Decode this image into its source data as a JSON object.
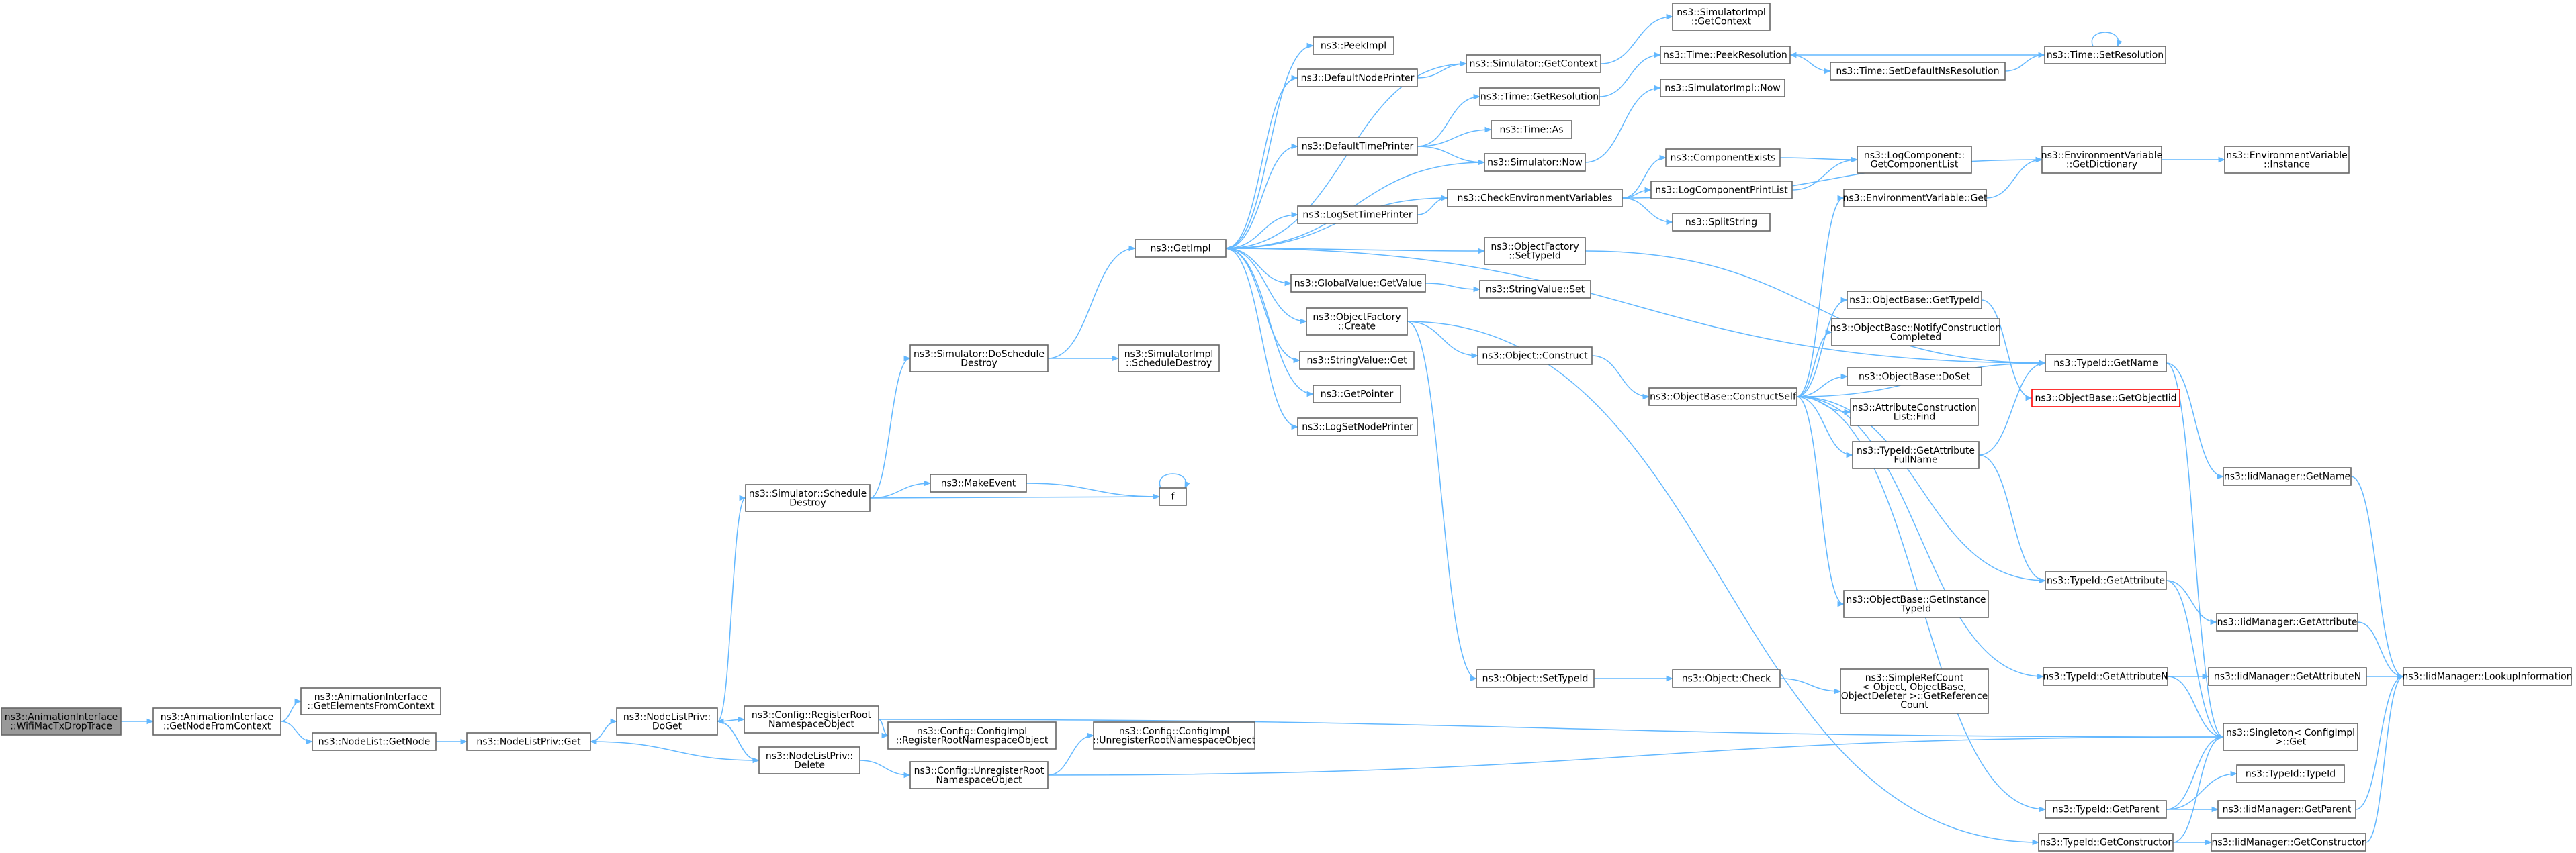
{
  "diagram": {
    "title": "",
    "colors": {
      "edge": "#63b8ff",
      "node_border": "#666666",
      "root_fill": "#999999",
      "highlight_border": "#ff0000"
    },
    "nodes": [
      {
        "id": "root",
        "lines": [
          "ns3::AnimationInterface",
          "::WifiMacTxDropTrace"
        ],
        "kind": "root"
      },
      {
        "id": "getnodefromctx",
        "lines": [
          "ns3::AnimationInterface",
          "::GetNodeFromContext"
        ]
      },
      {
        "id": "getelements",
        "lines": [
          "ns3::AnimationInterface",
          "::GetElementsFromContext"
        ]
      },
      {
        "id": "nodelist_getnode",
        "lines": [
          "ns3::NodeList::GetNode"
        ]
      },
      {
        "id": "nlp_get",
        "lines": [
          "ns3::NodeListPriv::Get"
        ]
      },
      {
        "id": "nlp_doget",
        "lines": [
          "ns3::NodeListPriv::",
          "DoGet"
        ]
      },
      {
        "id": "nlp_delete",
        "lines": [
          "ns3::NodeListPriv::",
          "Delete"
        ]
      },
      {
        "id": "cfg_register",
        "lines": [
          "ns3::Config::RegisterRoot",
          "NamespaceObject"
        ]
      },
      {
        "id": "cfg_unregister",
        "lines": [
          "ns3::Config::UnregisterRoot",
          "NamespaceObject"
        ]
      },
      {
        "id": "cfgimpl_register",
        "lines": [
          "ns3::Config::ConfigImpl",
          "::RegisterRootNamespaceObject"
        ]
      },
      {
        "id": "cfgimpl_unregister",
        "lines": [
          "ns3::Config::ConfigImpl",
          "::UnregisterRootNamespaceObject"
        ]
      },
      {
        "id": "sim_schedule_destroy",
        "lines": [
          "ns3::Simulator::Schedule",
          "Destroy"
        ]
      },
      {
        "id": "sim_doschedule_destroy",
        "lines": [
          "ns3::Simulator::DoSchedule",
          "Destroy"
        ]
      },
      {
        "id": "simimpl_schedule_destroy",
        "lines": [
          "ns3::SimulatorImpl",
          "::ScheduleDestroy"
        ]
      },
      {
        "id": "makeevent",
        "lines": [
          "ns3::MakeEvent"
        ]
      },
      {
        "id": "f",
        "lines": [
          "f"
        ]
      },
      {
        "id": "getimpl",
        "lines": [
          "ns3::GetImpl"
        ]
      },
      {
        "id": "peekimpl",
        "lines": [
          "ns3::PeekImpl"
        ]
      },
      {
        "id": "defaultnodeprinter",
        "lines": [
          "ns3::DefaultNodePrinter"
        ]
      },
      {
        "id": "defaulttimeprinter",
        "lines": [
          "ns3::DefaultTimePrinter"
        ]
      },
      {
        "id": "logsettimeprinter",
        "lines": [
          "ns3::LogSetTimePrinter"
        ]
      },
      {
        "id": "gv_getvalue",
        "lines": [
          "ns3::GlobalValue::GetValue"
        ]
      },
      {
        "id": "of_create",
        "lines": [
          "ns3::ObjectFactory",
          "::Create"
        ]
      },
      {
        "id": "sv_get",
        "lines": [
          "ns3::StringValue::Get"
        ]
      },
      {
        "id": "getpointer",
        "lines": [
          "ns3::GetPointer"
        ]
      },
      {
        "id": "logsetnodeprinter",
        "lines": [
          "ns3::LogSetNodePrinter"
        ]
      },
      {
        "id": "sim_getcontext",
        "lines": [
          "ns3::Simulator::GetContext"
        ]
      },
      {
        "id": "simimpl_getcontext",
        "lines": [
          "ns3::SimulatorImpl",
          "::GetContext"
        ]
      },
      {
        "id": "time_getresolution",
        "lines": [
          "ns3::Time::GetResolution"
        ]
      },
      {
        "id": "time_as",
        "lines": [
          "ns3::Time::As"
        ]
      },
      {
        "id": "sim_now",
        "lines": [
          "ns3::Simulator::Now"
        ]
      },
      {
        "id": "simimpl_now",
        "lines": [
          "ns3::SimulatorImpl::Now"
        ]
      },
      {
        "id": "time_peekresolution",
        "lines": [
          "ns3::Time::PeekResolution"
        ]
      },
      {
        "id": "time_setdefaultnsres",
        "lines": [
          "ns3::Time::SetDefaultNsResolution"
        ]
      },
      {
        "id": "time_setresolution",
        "lines": [
          "ns3::Time::SetResolution"
        ]
      },
      {
        "id": "checkenvvars",
        "lines": [
          "ns3::CheckEnvironmentVariables"
        ]
      },
      {
        "id": "componentexists",
        "lines": [
          "ns3::ComponentExists"
        ]
      },
      {
        "id": "logcomponentprintlist",
        "lines": [
          "ns3::LogComponentPrintList"
        ]
      },
      {
        "id": "splitstring",
        "lines": [
          "ns3::SplitString"
        ]
      },
      {
        "id": "logcomp_getlist",
        "lines": [
          "ns3::LogComponent::",
          "GetComponentList"
        ]
      },
      {
        "id": "envvar_getdict",
        "lines": [
          "ns3::EnvironmentVariable",
          "::GetDictionary"
        ]
      },
      {
        "id": "envvar_instance",
        "lines": [
          "ns3::EnvironmentVariable",
          "::Instance"
        ]
      },
      {
        "id": "envvar_get",
        "lines": [
          "ns3::EnvironmentVariable::Get"
        ]
      },
      {
        "id": "of_settypeid",
        "lines": [
          "ns3::ObjectFactory",
          "::SetTypeId"
        ]
      },
      {
        "id": "sv_set",
        "lines": [
          "ns3::StringValue::Set"
        ]
      },
      {
        "id": "object_construct",
        "lines": [
          "ns3::Object::Construct"
        ]
      },
      {
        "id": "object_settypeid",
        "lines": [
          "ns3::Object::SetTypeId"
        ]
      },
      {
        "id": "object_check",
        "lines": [
          "ns3::Object::Check"
        ]
      },
      {
        "id": "simplerefcount",
        "lines": [
          "ns3::SimpleRefCount",
          "< Object, ObjectBase,",
          "ObjectDeleter >::GetReference",
          "Count"
        ]
      },
      {
        "id": "ob_constructself",
        "lines": [
          "ns3::ObjectBase::ConstructSelf"
        ]
      },
      {
        "id": "ob_gettypeid",
        "lines": [
          "ns3::ObjectBase::GetTypeId"
        ]
      },
      {
        "id": "ob_notifyconstruction",
        "lines": [
          "ns3::ObjectBase::NotifyConstruction",
          "Completed"
        ]
      },
      {
        "id": "ob_doset",
        "lines": [
          "ns3::ObjectBase::DoSet"
        ]
      },
      {
        "id": "attrconstruction_find",
        "lines": [
          "ns3::AttributeConstruction",
          "List::Find"
        ]
      },
      {
        "id": "typeid_getattrfullname",
        "lines": [
          "ns3::TypeId::GetAttribute",
          "FullName"
        ]
      },
      {
        "id": "ob_getinstancetypeid",
        "lines": [
          "ns3::ObjectBase::GetInstance",
          "TypeId"
        ]
      },
      {
        "id": "typeid_getname",
        "lines": [
          "ns3::TypeId::GetName"
        ]
      },
      {
        "id": "ob_getobjectiid",
        "lines": [
          "ns3::ObjectBase::GetObjectIid"
        ],
        "kind": "highlight"
      },
      {
        "id": "iidmgr_getname",
        "lines": [
          "ns3::IidManager::GetName"
        ]
      },
      {
        "id": "typeid_getattribute",
        "lines": [
          "ns3::TypeId::GetAttribute"
        ]
      },
      {
        "id": "iidmgr_getattribute",
        "lines": [
          "ns3::IidManager::GetAttribute"
        ]
      },
      {
        "id": "typeid_getattributen",
        "lines": [
          "ns3::TypeId::GetAttributeN"
        ]
      },
      {
        "id": "iidmgr_getattributen",
        "lines": [
          "ns3::IidManager::GetAttributeN"
        ]
      },
      {
        "id": "iidmgr_lookupinfo",
        "lines": [
          "ns3::IidManager::LookupInformation"
        ]
      },
      {
        "id": "singleton_get",
        "lines": [
          "ns3::Singleton< ConfigImpl",
          " >::Get"
        ]
      },
      {
        "id": "typeid_typeid",
        "lines": [
          "ns3::TypeId::TypeId"
        ]
      },
      {
        "id": "typeid_getparent",
        "lines": [
          "ns3::TypeId::GetParent"
        ]
      },
      {
        "id": "iidmgr_getparent",
        "lines": [
          "ns3::IidManager::GetParent"
        ]
      },
      {
        "id": "typeid_getconstructor",
        "lines": [
          "ns3::TypeId::GetConstructor"
        ]
      },
      {
        "id": "iidmgr_getconstructor",
        "lines": [
          "ns3::IidManager::GetConstructor"
        ]
      }
    ],
    "edges": [
      [
        "root",
        "getnodefromctx"
      ],
      [
        "getnodefromctx",
        "getelements"
      ],
      [
        "getnodefromctx",
        "nodelist_getnode"
      ],
      [
        "nodelist_getnode",
        "nlp_get"
      ],
      [
        "nlp_get",
        "nlp_doget"
      ],
      [
        "nlp_doget",
        "nlp_delete"
      ],
      [
        "nlp_delete",
        "nlp_doget"
      ],
      [
        "nlp_delete",
        "nlp_get"
      ],
      [
        "nlp_doget",
        "cfg_register"
      ],
      [
        "nlp_doget",
        "sim_schedule_destroy"
      ],
      [
        "nlp_delete",
        "cfg_unregister"
      ],
      [
        "cfg_register",
        "cfgimpl_register"
      ],
      [
        "cfg_register",
        "singleton_get"
      ],
      [
        "cfg_unregister",
        "cfgimpl_unregister"
      ],
      [
        "cfg_unregister",
        "singleton_get"
      ],
      [
        "sim_schedule_destroy",
        "sim_doschedule_destroy"
      ],
      [
        "sim_schedule_destroy",
        "makeevent"
      ],
      [
        "sim_schedule_destroy",
        "f"
      ],
      [
        "makeevent",
        "f"
      ],
      [
        "f",
        "f"
      ],
      [
        "sim_doschedule_destroy",
        "getimpl"
      ],
      [
        "sim_doschedule_destroy",
        "simimpl_schedule_destroy"
      ],
      [
        "getimpl",
        "peekimpl"
      ],
      [
        "getimpl",
        "defaultnodeprinter"
      ],
      [
        "getimpl",
        "defaulttimeprinter"
      ],
      [
        "getimpl",
        "logsettimeprinter"
      ],
      [
        "getimpl",
        "gv_getvalue"
      ],
      [
        "getimpl",
        "of_create"
      ],
      [
        "getimpl",
        "sv_get"
      ],
      [
        "getimpl",
        "getpointer"
      ],
      [
        "getimpl",
        "logsetnodeprinter"
      ],
      [
        "getimpl",
        "checkenvvars"
      ],
      [
        "getimpl",
        "of_settypeid"
      ],
      [
        "getimpl",
        "typeid_getname"
      ],
      [
        "defaultnodeprinter",
        "sim_getcontext"
      ],
      [
        "sim_getcontext",
        "getimpl"
      ],
      [
        "sim_getcontext",
        "simimpl_getcontext"
      ],
      [
        "defaulttimeprinter",
        "time_getresolution"
      ],
      [
        "defaulttimeprinter",
        "time_as"
      ],
      [
        "defaulttimeprinter",
        "sim_now"
      ],
      [
        "time_getresolution",
        "time_peekresolution"
      ],
      [
        "sim_now",
        "getimpl"
      ],
      [
        "sim_now",
        "simimpl_now"
      ],
      [
        "time_peekresolution",
        "time_setdefaultnsres"
      ],
      [
        "time_setdefaultnsres",
        "time_setresolution"
      ],
      [
        "time_setresolution",
        "time_setresolution"
      ],
      [
        "time_setresolution",
        "time_peekresolution"
      ],
      [
        "logsettimeprinter",
        "checkenvvars"
      ],
      [
        "checkenvvars",
        "componentexists"
      ],
      [
        "checkenvvars",
        "logcomponentprintlist"
      ],
      [
        "checkenvvars",
        "splitstring"
      ],
      [
        "checkenvvars",
        "envvar_getdict"
      ],
      [
        "componentexists",
        "logcomp_getlist"
      ],
      [
        "logcomponentprintlist",
        "logcomp_getlist"
      ],
      [
        "envvar_getdict",
        "envvar_instance"
      ],
      [
        "gv_getvalue",
        "sv_set"
      ],
      [
        "of_create",
        "object_construct"
      ],
      [
        "of_create",
        "object_settypeid"
      ],
      [
        "of_create",
        "typeid_getconstructor"
      ],
      [
        "object_construct",
        "ob_constructself"
      ],
      [
        "object_settypeid",
        "object_check"
      ],
      [
        "object_check",
        "simplerefcount"
      ],
      [
        "ob_constructself",
        "envvar_get"
      ],
      [
        "ob_constructself",
        "ob_gettypeid"
      ],
      [
        "ob_constructself",
        "ob_notifyconstruction"
      ],
      [
        "ob_constructself",
        "ob_doset"
      ],
      [
        "ob_constructself",
        "attrconstruction_find"
      ],
      [
        "ob_constructself",
        "typeid_getattrfullname"
      ],
      [
        "ob_constructself",
        "ob_getinstancetypeid"
      ],
      [
        "ob_constructself",
        "typeid_getname"
      ],
      [
        "ob_constructself",
        "typeid_getattribute"
      ],
      [
        "ob_constructself",
        "typeid_getattributen"
      ],
      [
        "ob_constructself",
        "typeid_getparent"
      ],
      [
        "envvar_get",
        "envvar_getdict"
      ],
      [
        "ob_gettypeid",
        "ob_getobjectiid"
      ],
      [
        "typeid_getattrfullname",
        "typeid_getname"
      ],
      [
        "typeid_getattrfullname",
        "typeid_getattribute"
      ],
      [
        "of_settypeid",
        "typeid_getname"
      ],
      [
        "typeid_getname",
        "iidmgr_getname"
      ],
      [
        "typeid_getname",
        "singleton_get"
      ],
      [
        "iidmgr_getname",
        "iidmgr_lookupinfo"
      ],
      [
        "typeid_getattribute",
        "iidmgr_getattribute"
      ],
      [
        "typeid_getattribute",
        "singleton_get"
      ],
      [
        "iidmgr_getattribute",
        "iidmgr_lookupinfo"
      ],
      [
        "typeid_getattributen",
        "iidmgr_getattributen"
      ],
      [
        "typeid_getattributen",
        "singleton_get"
      ],
      [
        "iidmgr_getattributen",
        "iidmgr_lookupinfo"
      ],
      [
        "typeid_getparent",
        "iidmgr_getparent"
      ],
      [
        "typeid_getparent",
        "singleton_get"
      ],
      [
        "typeid_getparent",
        "typeid_typeid"
      ],
      [
        "iidmgr_getparent",
        "iidmgr_lookupinfo"
      ],
      [
        "typeid_getconstructor",
        "iidmgr_getconstructor"
      ],
      [
        "typeid_getconstructor",
        "singleton_get"
      ],
      [
        "iidmgr_getconstructor",
        "iidmgr_lookupinfo"
      ]
    ]
  }
}
